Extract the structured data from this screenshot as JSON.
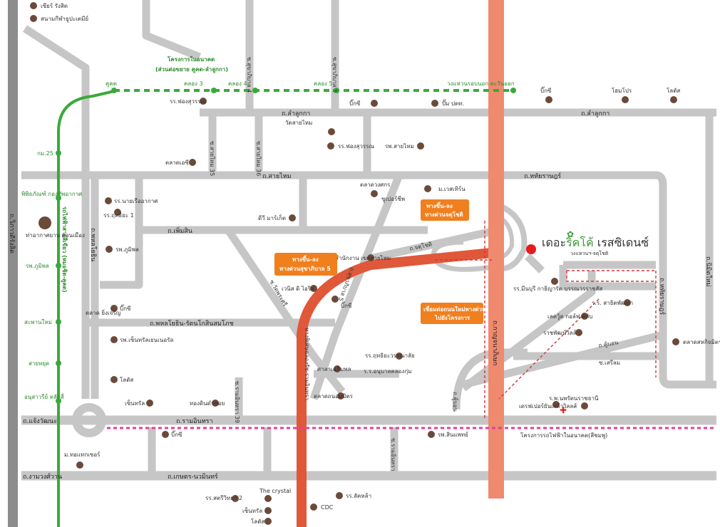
{
  "roads_h": {
    "lamlukka": "ถ.ลำลูกกา",
    "lamlukka_right": "ถ.ลำลูกกา",
    "saimai": "ถ.สายไหม",
    "hathairat": "ถ.หทัยราษฎร์",
    "phemsin": "ถ.เพิ่มสิน",
    "phahon_ratsami": "ถ.พหลโยธิน-รัตนโกสินสมโภช",
    "chaengwattana": "ถ.แจ้งวัฒนะ",
    "ramindra": "ถ.รามอินทรา",
    "ngamwongwan": "ถ.งามวงศ์วาน",
    "kaset_nawamin": "ถ.เกษตร-นวมินทร์",
    "chatuchot": "ถ.จตุโชติ",
    "khubon": "ถ.คู้บอน",
    "soi_sailom": "ซ.เสรีลม"
  },
  "roads_v": {
    "vibhavadi": "ถ.วิภาวดีรังสิต",
    "phahonyothin": "ถ.พหลโยธิน",
    "kanchanaphisek": "ถ.กาญจนาภิเษก",
    "nimitmai": "ถ.นิมิตใหม่",
    "hathairat_v": "ถ.หทัยราษฎร์",
    "soi_saimai35": "ซ.สายไหม 35",
    "soi_saimai36": "ซ.สายไหม 36",
    "soi_klong4": "ซ.สุขาภิบาล 4",
    "soi_klong5": "ซ.สุขาภิบาล 5",
    "soi_sukhaphiban5": "ถ.สุขาภิบาล 5",
    "soi_watphrai": "ซ.วัดพระศรี",
    "chatuchot_v": "ซ.จตุโชติ",
    "expressway": "ทางพิเศษฉลองรัช-รามอินทรา",
    "soi_ramindra39": "ซ.รามอินทรา 39",
    "soi_kubon_v": "ถ.คู้บอน",
    "soi_ramindra_v": "ซ.รามอินทรา"
  },
  "green_line": {
    "title_1": "โครงการในอนาคต",
    "title_2": "(ส่วนต่อขยาย คูคต-ลำลูกกา)",
    "vertical_label": "รถไฟฟ้าสายสีเขียว (หมอชิต-คูคต)",
    "stations_top": [
      "คูคต",
      "คลอง 3",
      "คลอง 4",
      "คลอง 5",
      "วงแหวนรอบนอก ตะวันออก"
    ],
    "stations_left": [
      "กม.25",
      "พิพิธภัณฑ์ กองทัพอากาศ",
      "รพ.ภูมิพล",
      "สะพานใหม่",
      "สายหยุด",
      "อนุสาวรีย์ หลักสี่"
    ]
  },
  "pink_line": {
    "label": "โครงการรถไฟฟ้าในอนาคต(สีชมพู)"
  },
  "callouts": [
    {
      "line1": "ทางขึ้น-ลง",
      "line2": "ทางด่วนจตุโชติ"
    },
    {
      "line1": "ทางขึ้น-ลง",
      "line2": "ทางด่วนสุขาภิบาล 5"
    },
    {
      "line1": "เชื่อมต่อถนนใหม่ทางด่วน",
      "line2": "ไปยังโครงการ"
    }
  ],
  "logo": {
    "brand_a": "เดอะ",
    "brand_b": "ริคโค้",
    "brand_c": " เรสซิเดนซ์",
    "tagline": "วงแหวนฯ-จตุโชติ"
  },
  "pois": [
    "เซียร์ รังสิต",
    "สนามกีฬาธูปะเตมีย์",
    "รร.ฟองสุวรรณ",
    "บิ๊กซี",
    "ปั๊ม ปตท.",
    "บิ๊กซี",
    "โฮมโปร",
    "โลตัส",
    "วัดสายไหม",
    "รร.ฟองสุวรรณ",
    "รพ.สายไหม",
    "ตลาดเอซี",
    "ตลาดวงศกร",
    "ม.เวสเทิร์น",
    "ซูเปอร์ชีพ",
    "รร.นายเรืออากาศ",
    "รร.ฤทธิยะ 1",
    "ท่าอากาศยาน ดอนเมือง",
    "รพ.ภูมิพล",
    "ดีวี มาร์เก็ต",
    "สำนักงาน เขตสายไหม",
    "เวนิส ดิ ไอริส",
    "บิ๊กซี",
    "ตลาด ยิ่งเจริญ",
    "บิ๊กซี",
    "รพ.เซ็นทรัลเยนเนอรัล",
    "รร.มีนบุรี กาธิญารัต บรรณวรราชสัส",
    "ร.ร. สาธิตพัฒนา",
    "เลควู้ด กอล์ฟ คลับ",
    "ราชพัฒน์วิลล์",
    "ตลาดสหกิจมิตร",
    "รร.ฤทธิยะวรรณาลัย",
    "ศาลาเฉลิมพล",
    "ร.ร.อนุบาลคลองกุ่ม",
    "โลตัส",
    "เซ็นทรัล",
    "ทองดินดำซอย",
    "ตลาดถนอมมิตร",
    "บิ๊กซี",
    "รพ.สินแพทย์",
    "ม.ทอแทกเซอร์",
    "เดรฟเปอร์ยันเกล้าวิลลส์",
    "ร.พ.นพรัตนราชธานี",
    "The crystal",
    "รร.สตรีวิทยา 2",
    "เซ็นทรัล",
    "CDC",
    "รร.ลัคหล้า",
    "โลตัส"
  ],
  "colors": {
    "road": "#c8c8c8",
    "road_dark": "#8a8a8a",
    "expressway": "#e2553a",
    "kanchana": "#f08b70",
    "green": "#3aa93a",
    "pink": "#e040a0",
    "orange_callout": "#f07f1e",
    "poi": "#6b4a3a",
    "marker": "#e51c1c"
  }
}
